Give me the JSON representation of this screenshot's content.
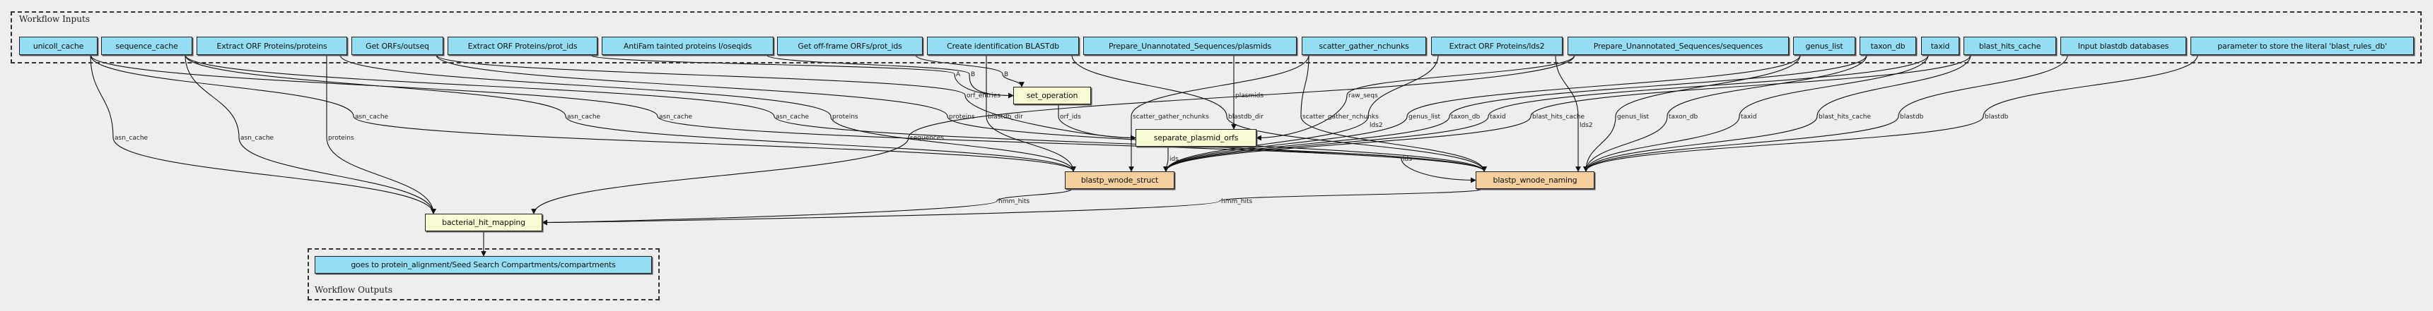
{
  "inputs_cluster": {
    "label": "Workflow Inputs"
  },
  "outputs_cluster": {
    "label": "Workflow Outputs"
  },
  "inputs": [
    "unicoll_cache",
    "sequence_cache",
    "Extract ORF Proteins/proteins",
    "Get ORFs/outseq",
    "Extract ORF Proteins/prot_ids",
    "AntiFam tainted proteins I/oseqids",
    "Get off-frame ORFs/prot_ids",
    "Create identification BLASTdb",
    "Prepare_Unannotated_Sequences/plasmids",
    "scatter_gather_nchunks",
    "Extract ORF Proteins/lds2",
    "Prepare_Unannotated_Sequences/sequences",
    "genus_list",
    "taxon_db",
    "taxid",
    "blast_hits_cache",
    "Input blastdb databases",
    "parameter to store the literal 'blast_rules_db'"
  ],
  "steps": {
    "set_operation": "set_operation",
    "separate_plasmid_orfs": "separate_plasmid_orfs",
    "blastp_wnode_struct": "blastp_wnode_struct",
    "blastp_wnode_naming": "blastp_wnode_naming",
    "bacterial_hit_mapping": "bacterial_hit_mapping"
  },
  "outputs": [
    "goes to protein_alignment/Seed Search Compartments/compartments"
  ],
  "colors": {
    "input": "#94ddf4",
    "step": "#fafad2",
    "subworkflow": "#f6cf9e",
    "background": "#eeeeee"
  },
  "edges": [
    {
      "from": "in0",
      "to": "bacterial_hit_mapping",
      "label": "asn_cache"
    },
    {
      "from": "in1",
      "to": "bacterial_hit_mapping",
      "label": "asn_cache"
    },
    {
      "from": "in2",
      "to": "bacterial_hit_mapping",
      "label": "proteins"
    },
    {
      "from": "in0",
      "to": "blastp_wnode_struct",
      "label": "asn_cache"
    },
    {
      "from": "in1",
      "to": "blastp_wnode_struct",
      "label": "asn_cache"
    },
    {
      "from": "in0",
      "to": "blastp_wnode_naming",
      "label": "asn_cache"
    },
    {
      "from": "in1",
      "to": "blastp_wnode_naming",
      "label": "asn_cache"
    },
    {
      "from": "in2",
      "to": "blastp_wnode_struct",
      "label": "proteins"
    },
    {
      "from": "in3",
      "to": "blastp_wnode_naming",
      "label": "proteins"
    },
    {
      "from": "in11",
      "to": "bacterial_hit_mapping",
      "label": "sequences"
    },
    {
      "from": "in7",
      "to": "blastp_wnode_struct",
      "label": "blastdb_dir"
    },
    {
      "from": "in4",
      "to": "set_operation",
      "label": "A"
    },
    {
      "from": "in5",
      "to": "set_operation",
      "label": "B"
    },
    {
      "from": "in6",
      "to": "set_operation",
      "label": "B"
    },
    {
      "from": "in3",
      "to": "separate_plasmid_orfs",
      "label": "orf_entries"
    },
    {
      "from": "set_operation",
      "to": "separate_plasmid_orfs",
      "label": "orf_ids"
    },
    {
      "from": "in9",
      "to": "blastp_wnode_struct",
      "label": "scatter_gather_nchunks"
    },
    {
      "from": "in8",
      "to": "separate_plasmid_orfs",
      "label": "plasmids"
    },
    {
      "from": "in7",
      "to": "blastp_wnode_naming",
      "label": "blastdb_dir"
    },
    {
      "from": "in9",
      "to": "blastp_wnode_naming",
      "label": "scatter_gather_nchunks"
    },
    {
      "from": "in10",
      "to": "blastp_wnode_struct",
      "label": "lds2"
    },
    {
      "from": "in11",
      "to": "separate_plasmid_orfs",
      "label": "raw_seqs"
    },
    {
      "from": "in12",
      "to": "blastp_wnode_struct",
      "label": "genus_list"
    },
    {
      "from": "in13",
      "to": "blastp_wnode_struct",
      "label": "taxon_db"
    },
    {
      "from": "in14",
      "to": "blastp_wnode_struct",
      "label": "taxid"
    },
    {
      "from": "in15",
      "to": "blastp_wnode_struct",
      "label": "blast_hits_cache"
    },
    {
      "from": "in10",
      "to": "blastp_wnode_naming",
      "label": "lds2"
    },
    {
      "from": "in12",
      "to": "blastp_wnode_naming",
      "label": "genus_list"
    },
    {
      "from": "in13",
      "to": "blastp_wnode_naming",
      "label": "taxon_db"
    },
    {
      "from": "in14",
      "to": "blastp_wnode_naming",
      "label": "taxid"
    },
    {
      "from": "in15",
      "to": "blastp_wnode_naming",
      "label": "blast_hits_cache"
    },
    {
      "from": "in16",
      "to": "blastp_wnode_naming",
      "label": "blastdb"
    },
    {
      "from": "in17",
      "to": "blastp_wnode_naming",
      "label": "blastdb"
    },
    {
      "from": "separate_plasmid_orfs",
      "to": "blastp_wnode_struct",
      "label": "ids"
    },
    {
      "from": "separate_plasmid_orfs",
      "to": "blastp_wnode_naming",
      "label": "ids"
    },
    {
      "from": "blastp_wnode_struct",
      "to": "bacterial_hit_mapping",
      "label": "hmm_hits"
    },
    {
      "from": "blastp_wnode_naming",
      "to": "bacterial_hit_mapping",
      "label": "hmm_hits"
    },
    {
      "from": "bacterial_hit_mapping",
      "to": "out0",
      "label": ""
    }
  ]
}
